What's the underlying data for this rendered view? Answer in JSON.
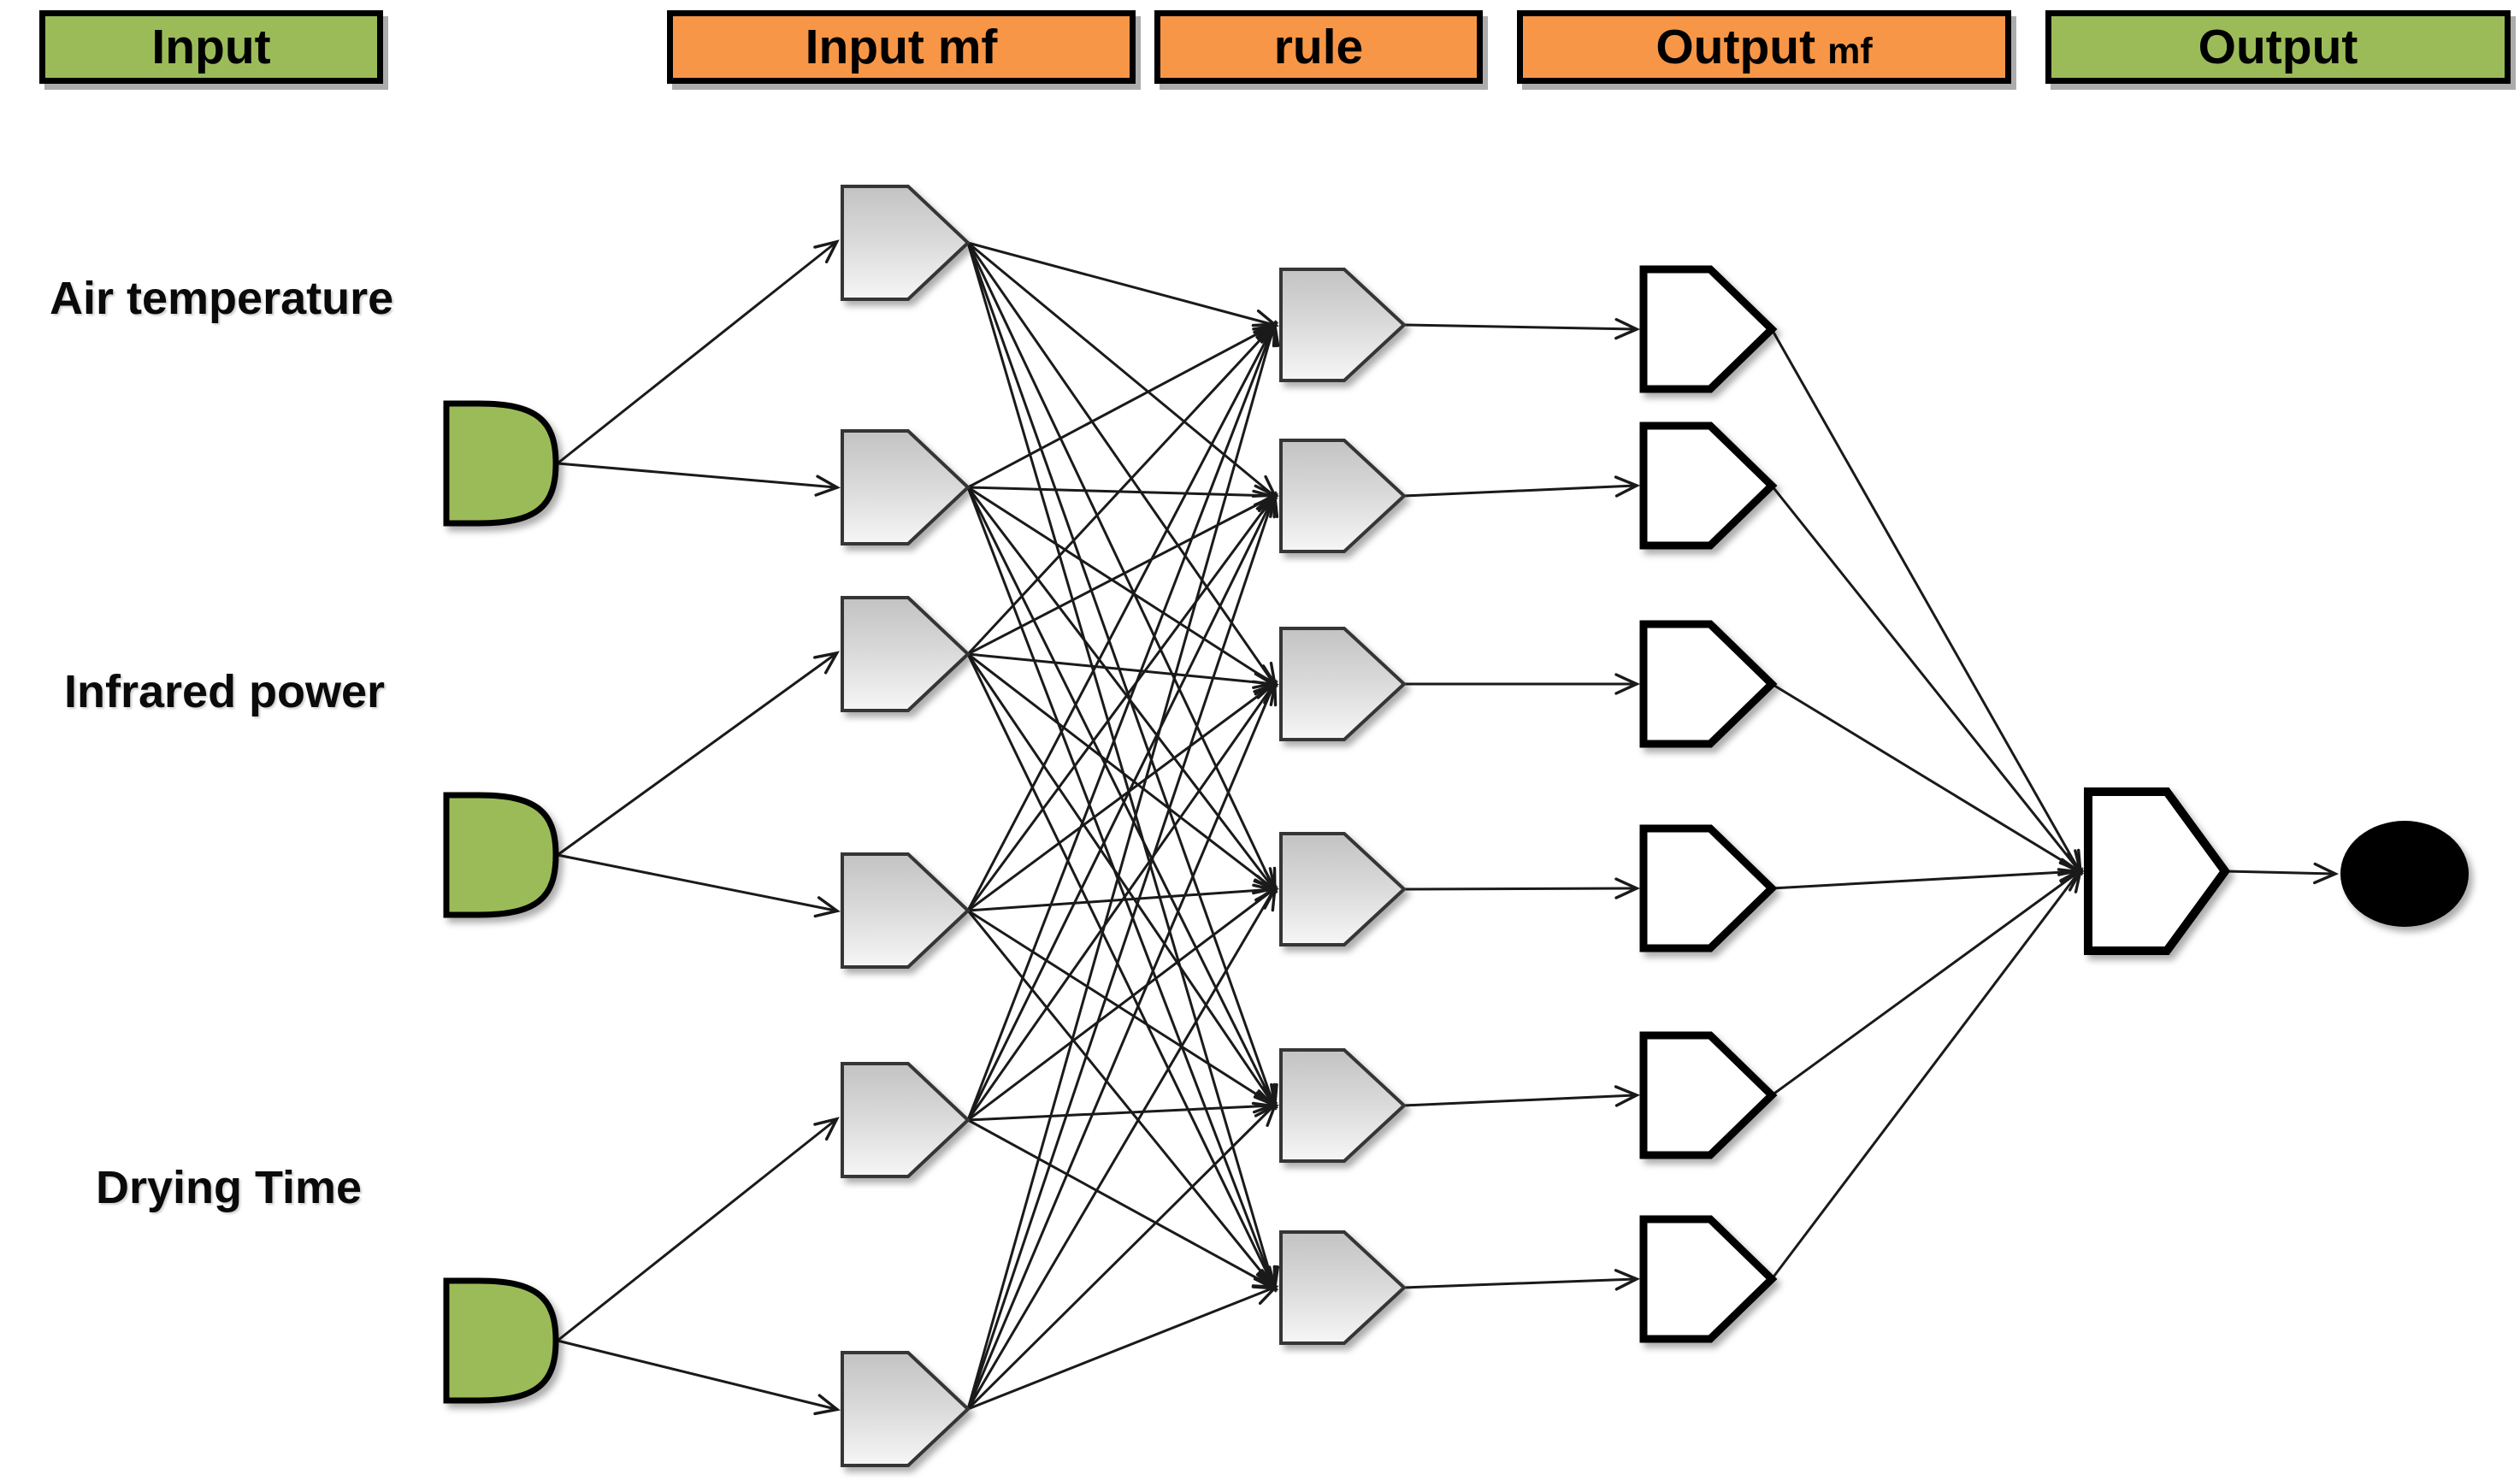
{
  "figure": {
    "kind": "ANFIS fuzzy model structure diagram",
    "background": "#ffffff"
  },
  "legend": [
    {
      "label": "Input",
      "color": "#9BBB59",
      "kind": "green"
    },
    {
      "label": "Input mf",
      "color": "#F79646",
      "kind": "orange"
    },
    {
      "label": "rule",
      "color": "#F79646",
      "kind": "orange"
    },
    {
      "label": "Output",
      "suffix": "mf",
      "color": "#F79646",
      "kind": "orange"
    },
    {
      "label": "Output",
      "color": "#9BBB59",
      "kind": "green"
    }
  ],
  "inputs": [
    {
      "id": "in1",
      "label": "Air temperature"
    },
    {
      "id": "in2",
      "label": "Infrared power"
    },
    {
      "id": "in3",
      "label": "Drying Time"
    }
  ],
  "nodes": {
    "input_mf": [
      "imf1",
      "imf2",
      "imf3",
      "imf4",
      "imf5",
      "imf6"
    ],
    "rules": [
      "r1",
      "r2",
      "r3",
      "r4",
      "r5",
      "r6"
    ],
    "output_mf": [
      "omf1",
      "omf2",
      "omf3",
      "omf4",
      "omf5",
      "omf6"
    ],
    "output": "out",
    "result": "result"
  },
  "edges": {
    "external_to_input": [
      [
        "ext1",
        "in1"
      ],
      [
        "ext2",
        "in2"
      ],
      [
        "ext3",
        "in3"
      ]
    ],
    "input_to_mf": [
      [
        "in1",
        "imf1"
      ],
      [
        "in1",
        "imf2"
      ],
      [
        "in2",
        "imf3"
      ],
      [
        "in2",
        "imf4"
      ],
      [
        "in3",
        "imf5"
      ],
      [
        "in3",
        "imf6"
      ]
    ],
    "mf_to_rule": [
      [
        "imf1",
        "r1"
      ],
      [
        "imf1",
        "r2"
      ],
      [
        "imf1",
        "r3"
      ],
      [
        "imf1",
        "r4"
      ],
      [
        "imf1",
        "r5"
      ],
      [
        "imf1",
        "r6"
      ],
      [
        "imf2",
        "r1"
      ],
      [
        "imf2",
        "r2"
      ],
      [
        "imf2",
        "r3"
      ],
      [
        "imf2",
        "r4"
      ],
      [
        "imf2",
        "r5"
      ],
      [
        "imf2",
        "r6"
      ],
      [
        "imf3",
        "r1"
      ],
      [
        "imf3",
        "r2"
      ],
      [
        "imf3",
        "r3"
      ],
      [
        "imf3",
        "r4"
      ],
      [
        "imf3",
        "r5"
      ],
      [
        "imf3",
        "r6"
      ],
      [
        "imf4",
        "r1"
      ],
      [
        "imf4",
        "r2"
      ],
      [
        "imf4",
        "r3"
      ],
      [
        "imf4",
        "r4"
      ],
      [
        "imf4",
        "r5"
      ],
      [
        "imf4",
        "r6"
      ],
      [
        "imf5",
        "r1"
      ],
      [
        "imf5",
        "r2"
      ],
      [
        "imf5",
        "r3"
      ],
      [
        "imf5",
        "r4"
      ],
      [
        "imf5",
        "r5"
      ],
      [
        "imf5",
        "r6"
      ],
      [
        "imf6",
        "r1"
      ],
      [
        "imf6",
        "r2"
      ],
      [
        "imf6",
        "r3"
      ],
      [
        "imf6",
        "r4"
      ],
      [
        "imf6",
        "r5"
      ],
      [
        "imf6",
        "r6"
      ]
    ],
    "rule_to_outputmf": [
      [
        "r1",
        "omf1"
      ],
      [
        "r2",
        "omf2"
      ],
      [
        "r3",
        "omf3"
      ],
      [
        "r4",
        "omf4"
      ],
      [
        "r5",
        "omf5"
      ],
      [
        "r6",
        "omf6"
      ]
    ],
    "outputmf_to_output": [
      [
        "omf1",
        "out"
      ],
      [
        "omf2",
        "out"
      ],
      [
        "omf3",
        "out"
      ],
      [
        "omf4",
        "out"
      ],
      [
        "omf5",
        "out"
      ],
      [
        "omf6",
        "out"
      ]
    ],
    "output_to_result": [
      [
        "out",
        "result"
      ]
    ]
  },
  "colors": {
    "green_node": "#9BBB59",
    "green_header": "#9BBB59",
    "orange_header": "#F79646",
    "pentagon_top": "#c3c3c3",
    "pentagon_mid": "#d8d8d8",
    "pentagon_bottom": "#f6f6f6",
    "pentagon_stroke": "#343434",
    "white_node_fill": "#ffffff",
    "white_node_stroke": "#000000",
    "edge": "#1a1a1a",
    "thick_arrow": "#000000",
    "result_fill": "#000000",
    "text": "#000000"
  }
}
